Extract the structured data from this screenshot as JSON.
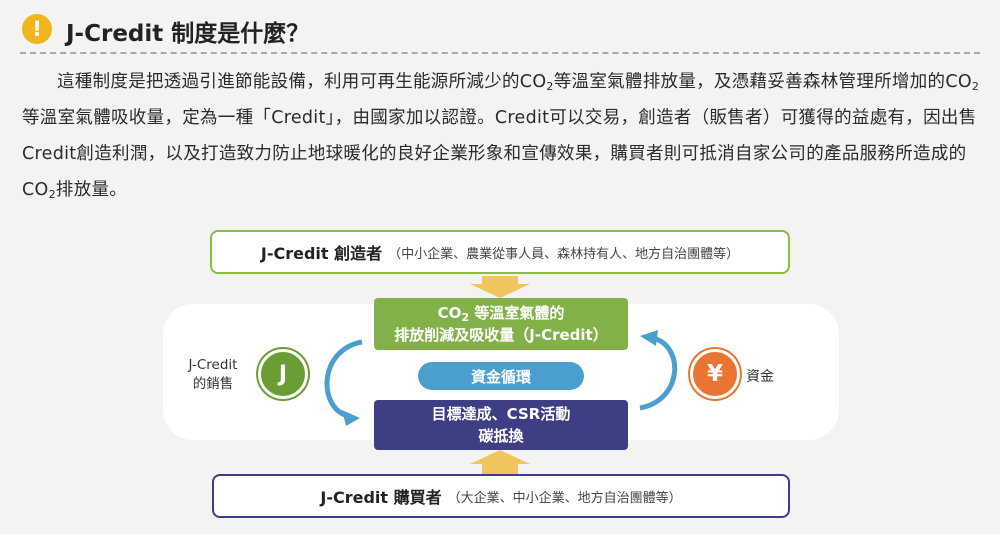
{
  "header": {
    "icon": "exclamation-icon",
    "icon_glyph": "!",
    "title": "J-Credit 制度是什麼？"
  },
  "paragraph": {
    "segments": [
      "這種制度是把透過引進節能設備，利用可再生能源所減少的CO",
      "2",
      "等溫室氣體排放量，及憑藉妥善森林管理所增加的CO",
      "2",
      "等溫室氣體吸收量，定為一種「Credit」，由國家加以認證。Credit可以交易，創造者（販售者）可獲得的益處有，因出售Credit創造利潤，以及打造致力防止地球暖化的良好企業形象和宣傳效果，購買者則可抵消自家公司的產品服務所造成的CO",
      "2",
      "排放量。"
    ]
  },
  "diagram": {
    "creator": {
      "title": "J-Credit 創造者",
      "detail": "（中小企業、農業從事人員、森林持有人、地方自治團體等）"
    },
    "buyer": {
      "title": "J-Credit 購買者",
      "detail": "（大企業、中小企業、地方自治團體等）"
    },
    "credit_box": {
      "line1_prefix": "CO",
      "line1_sub": "2",
      "line1_suffix": " 等溫室氣體的",
      "line2": "排放削減及吸收量（J-Credit）"
    },
    "purpose_box": {
      "line1": "目標達成、CSR活動",
      "line2": "碳抵換"
    },
    "fund_cycle": "資金循環",
    "left_label_line1": "J-Credit",
    "left_label_line2": "的銷售",
    "j_icon": "J",
    "yen_icon": "¥",
    "right_label": "資金"
  },
  "colors": {
    "green": "#82b14a",
    "navy": "#3d3e84",
    "blue": "#4b9fcf",
    "orange": "#ea7431",
    "arrow_gold": "#f0c55e",
    "warn": "#f2b51b"
  }
}
